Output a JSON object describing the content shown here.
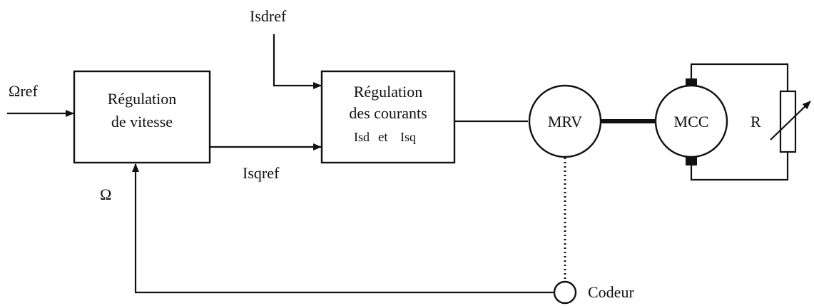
{
  "inputs": {
    "omega_ref": "Ωref",
    "isdref": "Isdref",
    "isqref": "Isqref",
    "omega_feedback": "Ω"
  },
  "blocks": {
    "speed_regulation": {
      "line1": "Régulation",
      "line2": "de vitesse"
    },
    "current_regulation": {
      "line1": "Régulation",
      "line2": "des courants",
      "line3_a": "Isd",
      "line3_b": "et",
      "line3_c": "Isq"
    }
  },
  "machines": {
    "mrv": "MRV",
    "mcc": "MCC",
    "resistor": "R",
    "encoder": "Codeur"
  }
}
